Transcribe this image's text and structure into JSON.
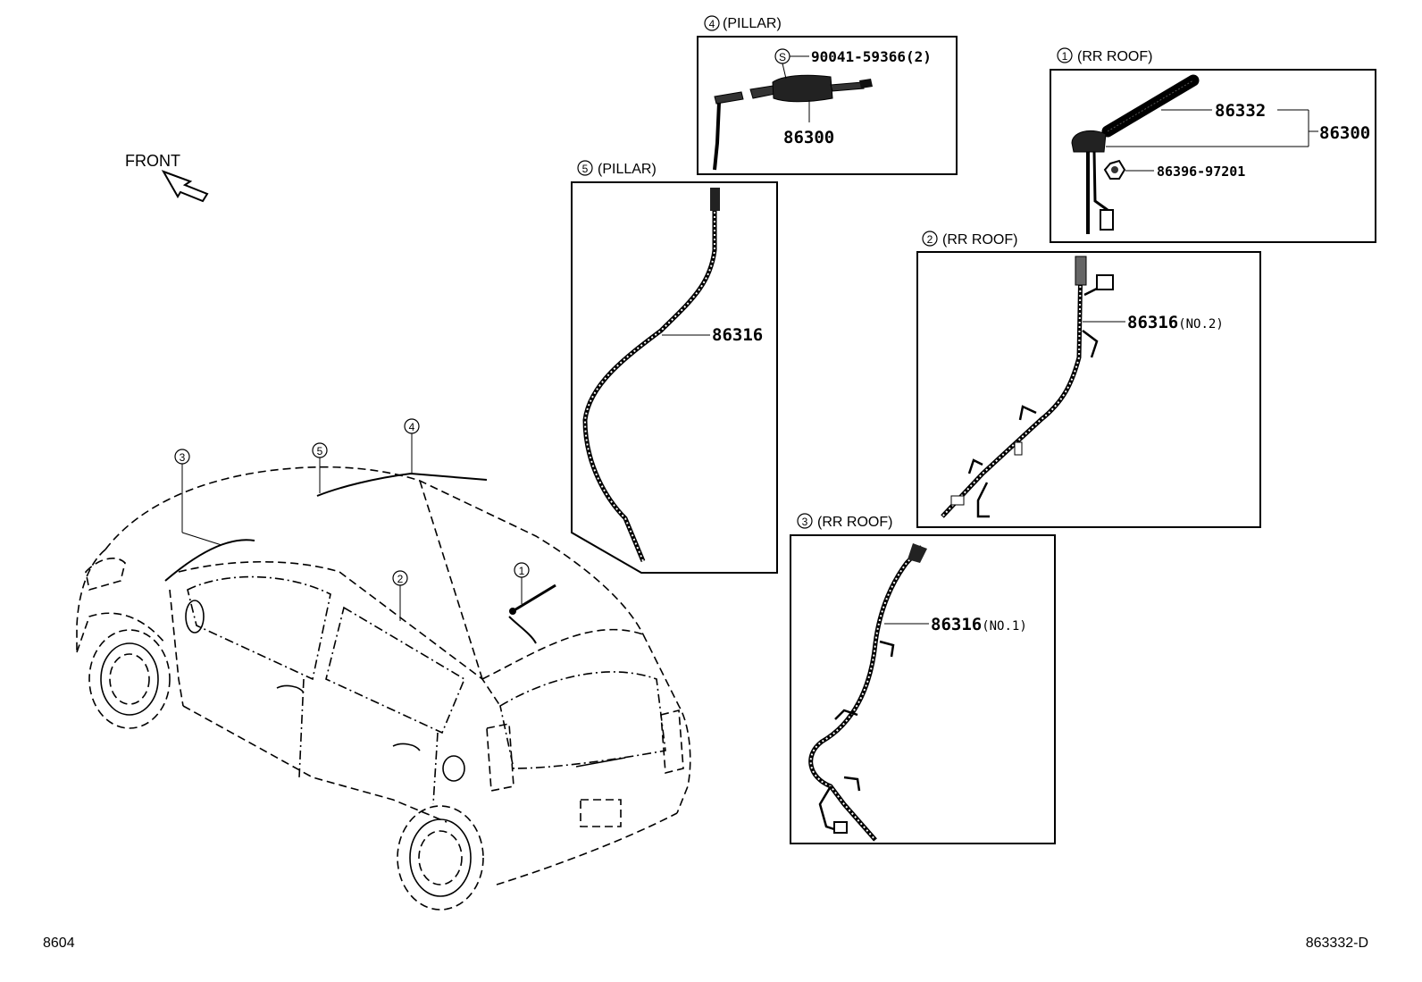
{
  "front_label": "FRONT",
  "footer": {
    "left": "8604",
    "right": "863332-D"
  },
  "circle_s": "S",
  "car_callouts": {
    "c1": "1",
    "c2": "2",
    "c3": "3",
    "c4": "4",
    "c5": "5"
  },
  "panels": {
    "pillar4": {
      "num": "4",
      "title": "(PILLAR)",
      "part_bolt": "90041-59366(2)",
      "part_main": "86300"
    },
    "pillar5": {
      "num": "5",
      "title": "(PILLAR)",
      "part": "86316"
    },
    "rrroof1": {
      "num": "1",
      "title": "(RR ROOF)",
      "part_rod": "86332",
      "part_assy": "86300",
      "part_nut": "86396-97201"
    },
    "rrroof2": {
      "num": "2",
      "title": "(RR ROOF)",
      "part": "86316",
      "part_suffix": "(NO.2)"
    },
    "rrroof3": {
      "num": "3",
      "title": "(RR ROOF)",
      "part": "86316",
      "part_suffix": "(NO.1)"
    }
  }
}
